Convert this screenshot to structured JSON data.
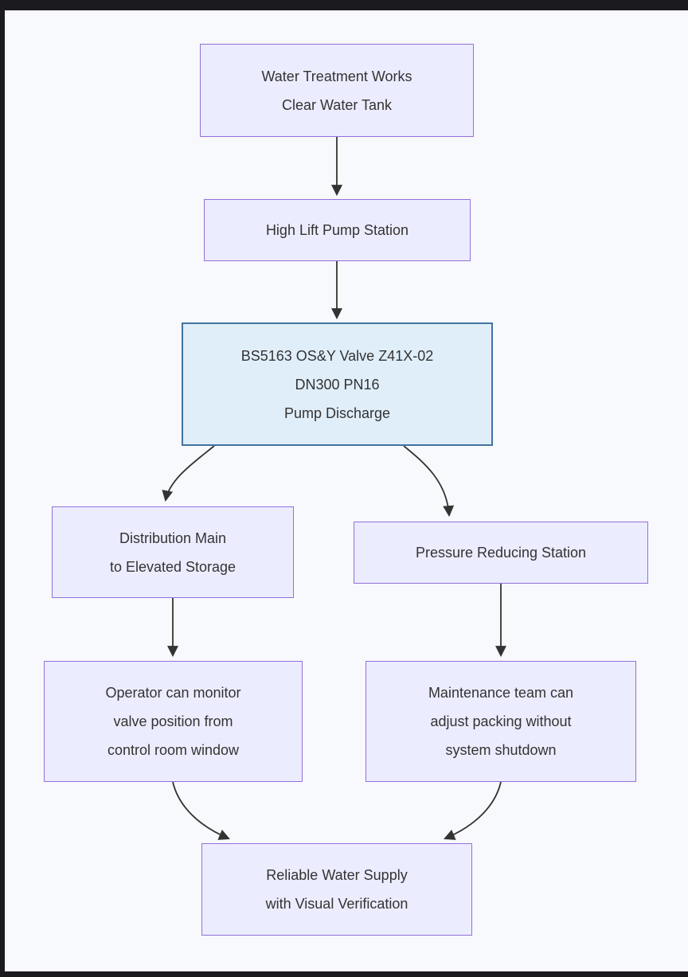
{
  "diagram": {
    "type": "flowchart",
    "direction": "top-down",
    "nodes": [
      {
        "id": "A",
        "style": "default",
        "lines": [
          "Water Treatment Works",
          "Clear Water Tank"
        ]
      },
      {
        "id": "B",
        "style": "default",
        "lines": [
          "High Lift Pump Station"
        ]
      },
      {
        "id": "C",
        "style": "highlight",
        "lines": [
          "BS5163 OS&Y Valve Z41X-02",
          "DN300 PN16",
          "Pump Discharge"
        ]
      },
      {
        "id": "D",
        "style": "default",
        "lines": [
          "Distribution Main",
          "to Elevated Storage"
        ]
      },
      {
        "id": "E",
        "style": "default",
        "lines": [
          "Pressure Reducing Station"
        ]
      },
      {
        "id": "F",
        "style": "default",
        "lines": [
          "Operator can monitor",
          "valve position from",
          "control room window"
        ]
      },
      {
        "id": "G",
        "style": "default",
        "lines": [
          "Maintenance team can",
          "adjust packing without",
          "system shutdown"
        ]
      },
      {
        "id": "H",
        "style": "default",
        "lines": [
          "Reliable Water Supply",
          "with Visual Verification"
        ]
      }
    ],
    "edges": [
      {
        "from": "A",
        "to": "B"
      },
      {
        "from": "B",
        "to": "C"
      },
      {
        "from": "C",
        "to": "D"
      },
      {
        "from": "C",
        "to": "E"
      },
      {
        "from": "D",
        "to": "F"
      },
      {
        "from": "E",
        "to": "G"
      },
      {
        "from": "F",
        "to": "H"
      },
      {
        "from": "G",
        "to": "H"
      }
    ],
    "colors": {
      "node_fill": "#ECECFF",
      "node_border": "#9370DB",
      "highlight_fill": "#E0EEFA",
      "highlight_border": "#4273A0",
      "edge": "#333333",
      "text": "#333333",
      "canvas": "#F8F9FC",
      "frame": "#1B1B1F"
    }
  }
}
